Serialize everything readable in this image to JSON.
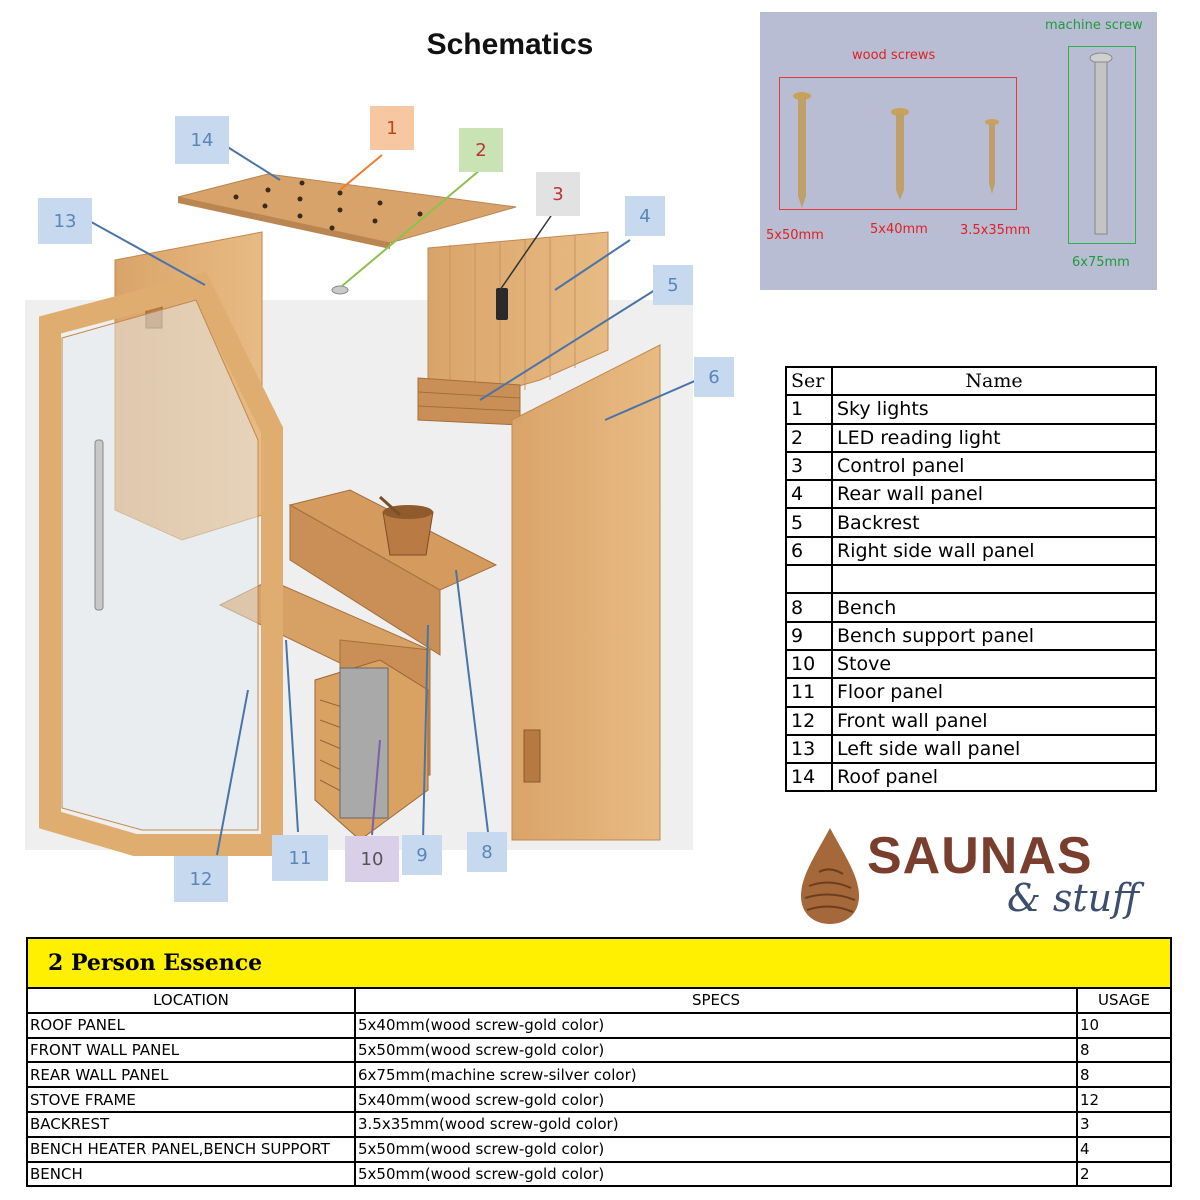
{
  "title": "Schematics",
  "callouts": [
    {
      "n": "1"
    },
    {
      "n": "2"
    },
    {
      "n": "3"
    },
    {
      "n": "4"
    },
    {
      "n": "5"
    },
    {
      "n": "6"
    },
    {
      "n": "8"
    },
    {
      "n": "9"
    },
    {
      "n": "10"
    },
    {
      "n": "11"
    },
    {
      "n": "12"
    },
    {
      "n": "13"
    },
    {
      "n": "14"
    }
  ],
  "screws_photo": {
    "wood_label": "wood screws",
    "machine_label": "machine screw",
    "sizes": [
      "5x50mm",
      "5x40mm",
      "3.5x35mm",
      "6x75mm"
    ]
  },
  "parts_table": {
    "headers": {
      "ser": "Ser",
      "name": "Name"
    },
    "rows": [
      {
        "ser": "1",
        "name": "Sky lights"
      },
      {
        "ser": "2",
        "name": "LED reading light"
      },
      {
        "ser": "3",
        "name": "Control panel"
      },
      {
        "ser": "4",
        "name": "Rear wall panel"
      },
      {
        "ser": "5",
        "name": "Backrest"
      },
      {
        "ser": "6",
        "name": "Right side wall panel"
      },
      {
        "ser": "",
        "name": ""
      },
      {
        "ser": "8",
        "name": "Bench"
      },
      {
        "ser": "9",
        "name": "Bench support panel"
      },
      {
        "ser": "10",
        "name": "Stove"
      },
      {
        "ser": "11",
        "name": "Floor panel"
      },
      {
        "ser": "12",
        "name": "Front wall panel"
      },
      {
        "ser": "13",
        "name": "Left side wall panel"
      },
      {
        "ser": "14",
        "name": "Roof panel"
      }
    ]
  },
  "logo": {
    "line1": "SAUNAS",
    "line2": "& stuff"
  },
  "usage_table": {
    "title": "2 Person Essence",
    "headers": {
      "location": "LOCATION",
      "specs": "SPECS",
      "usage": "USAGE"
    },
    "rows": [
      {
        "location": "ROOF PANEL",
        "specs": "5x40mm(wood screw-gold color)",
        "usage": "10"
      },
      {
        "location": "FRONT WALL PANEL",
        "specs": "5x50mm(wood screw-gold color)",
        "usage": "8"
      },
      {
        "location": "REAR WALL PANEL",
        "specs": "6x75mm(machine screw-silver color)",
        "usage": "8"
      },
      {
        "location": "STOVE FRAME",
        "specs": "5x40mm(wood screw-gold color)",
        "usage": "12"
      },
      {
        "location": "BACKREST",
        "specs": "3.5x35mm(wood screw-gold color)",
        "usage": "3"
      },
      {
        "location": "BENCH HEATER PANEL,BENCH SUPPORT",
        "specs": "5x50mm(wood screw-gold color)",
        "usage": "4"
      },
      {
        "location": "BENCH",
        "specs": "5x50mm(wood screw-gold color)",
        "usage": "2"
      }
    ]
  }
}
